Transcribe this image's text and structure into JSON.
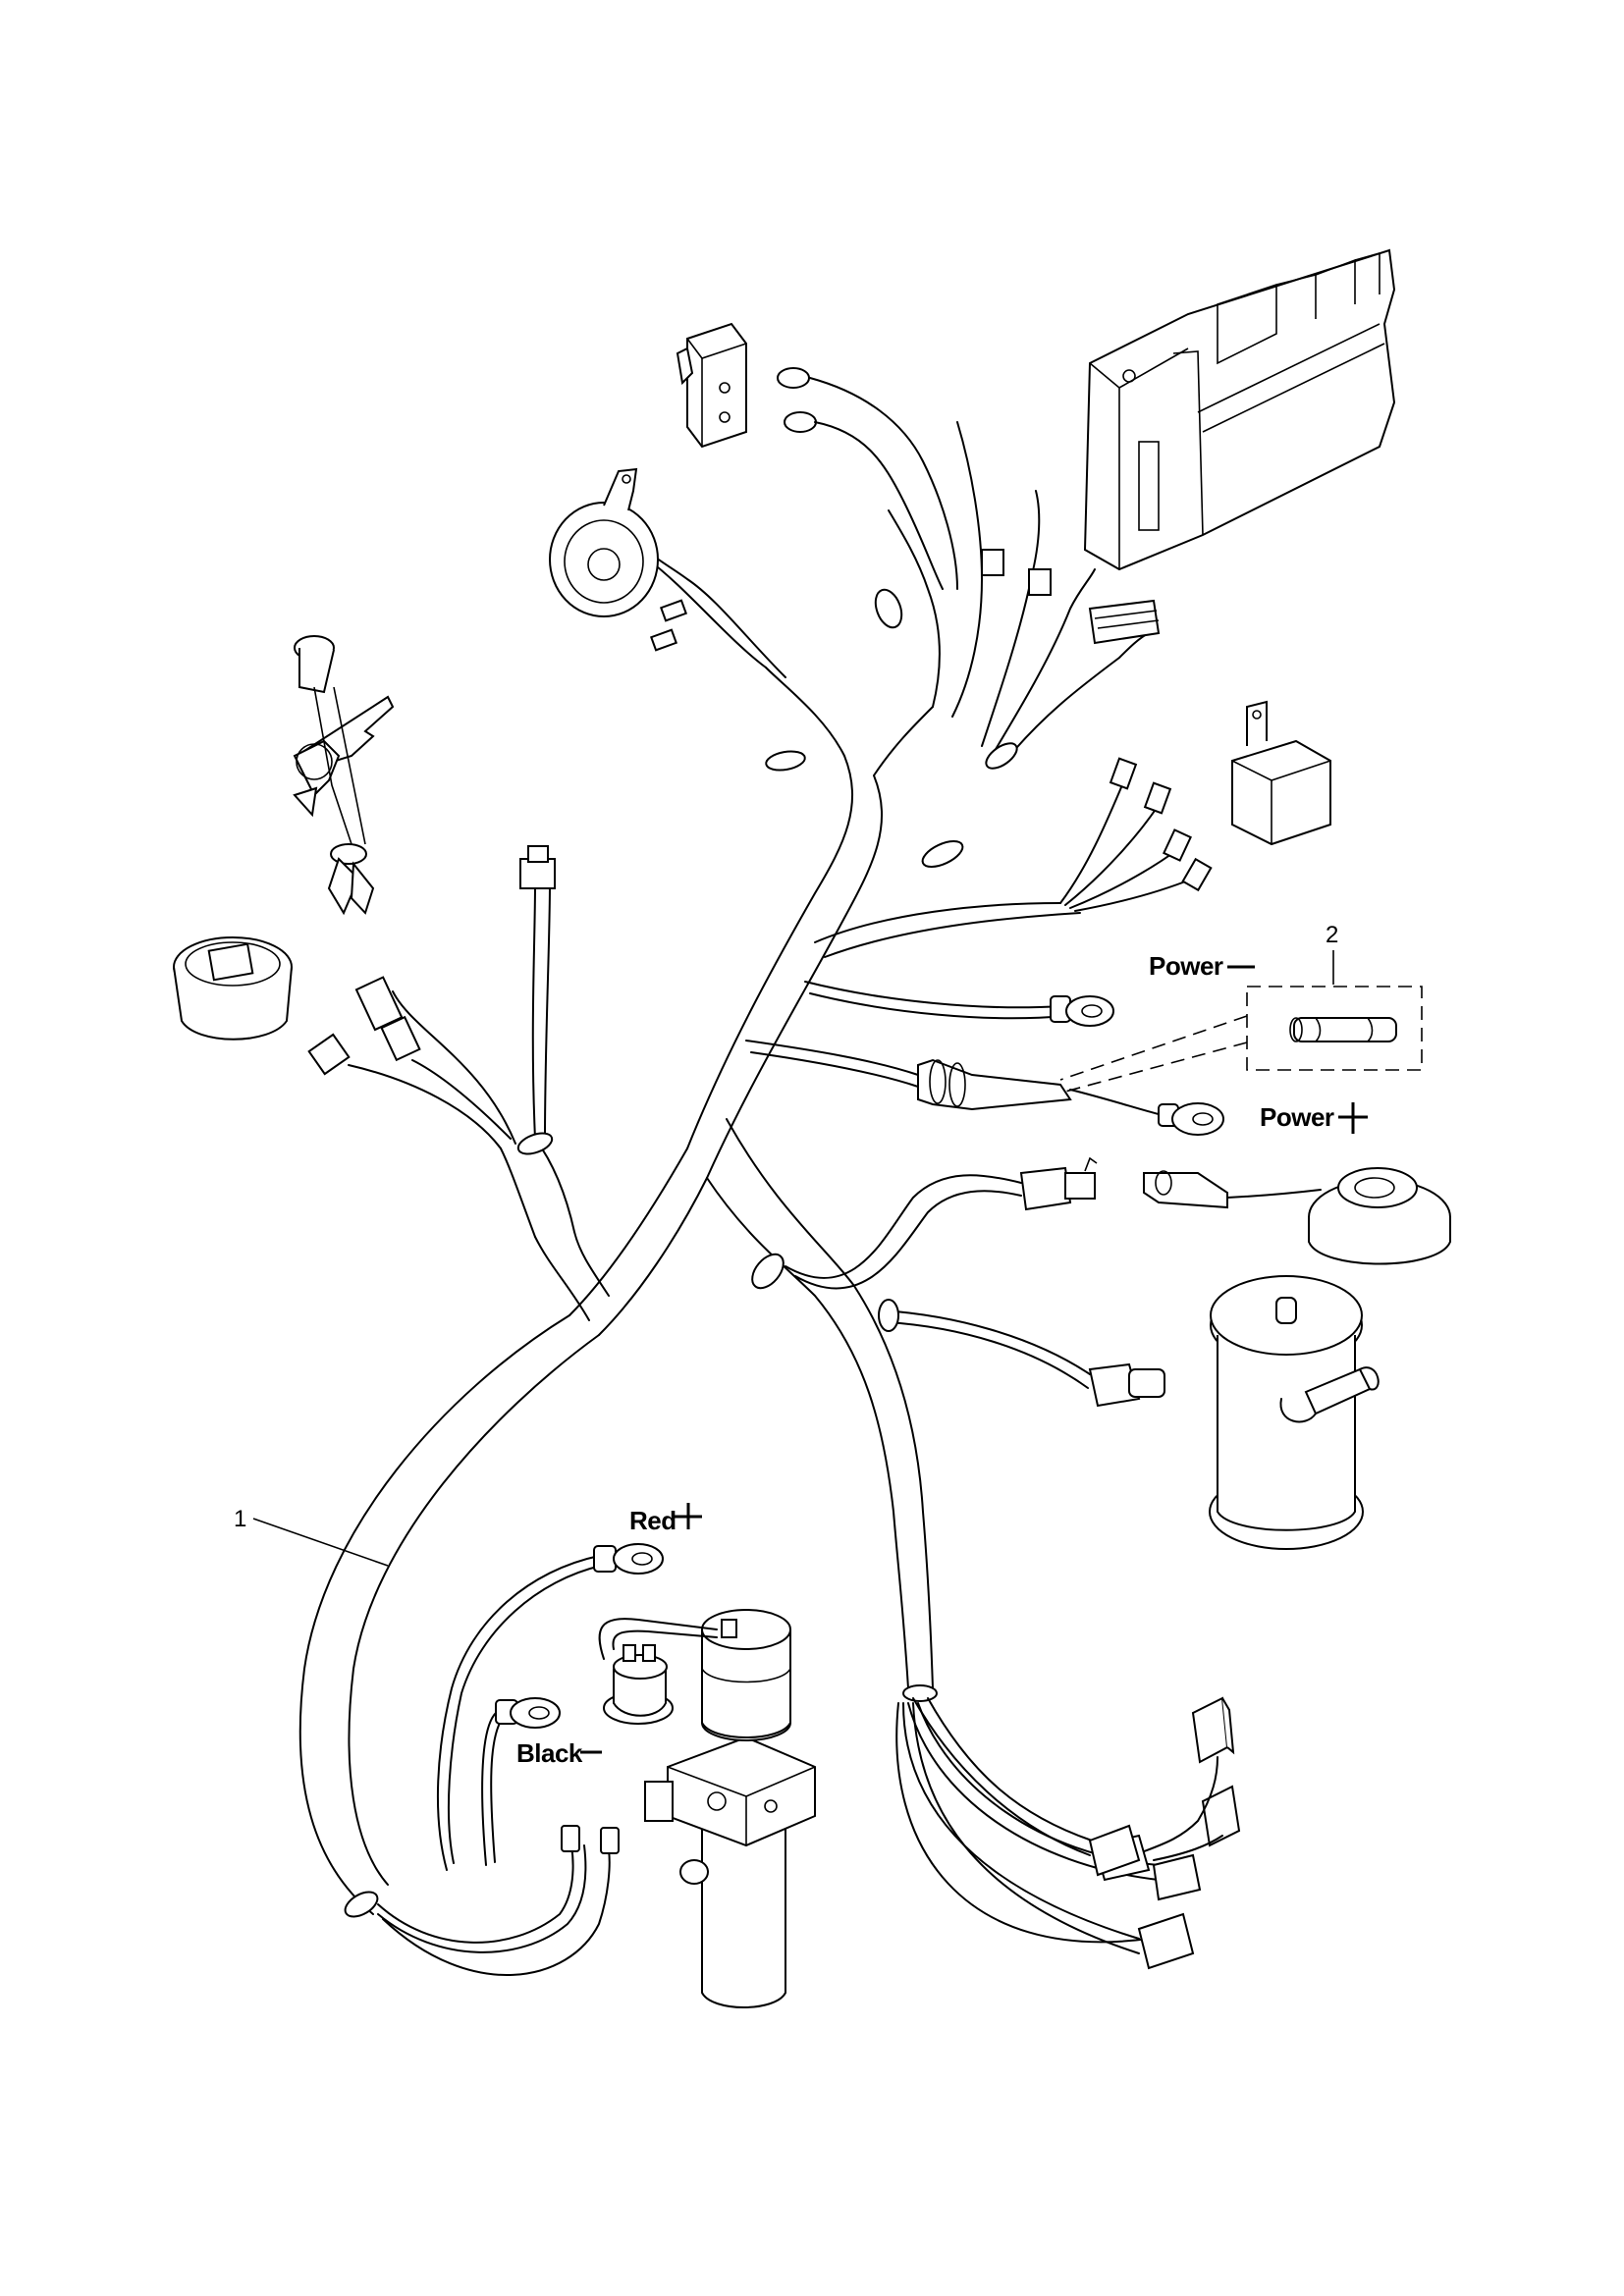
{
  "diagram": {
    "type": "exploded parts diagram",
    "subject": "wiring harness with connected electrical components",
    "callouts": [
      {
        "number": "1",
        "target": "wiring harness"
      },
      {
        "number": "2",
        "target": "fuse"
      }
    ],
    "terminal_labels": {
      "power_negative": {
        "text": "Power",
        "sign": "—"
      },
      "power_positive": {
        "text": "Power",
        "sign": "+"
      },
      "red_positive": {
        "text": "Red",
        "sign": "+"
      },
      "black_negative": {
        "text": "Black",
        "sign": "—"
      }
    },
    "components": [
      "key-switch",
      "horn",
      "microswitch",
      "controller",
      "relay",
      "hour-meter",
      "fuse-holder",
      "electromagnetic-brake",
      "drive-motor",
      "pump-motor-with-solenoid",
      "micro-switch-pair",
      "connectors"
    ],
    "line_color": "#000000",
    "background_color": "#ffffff"
  }
}
